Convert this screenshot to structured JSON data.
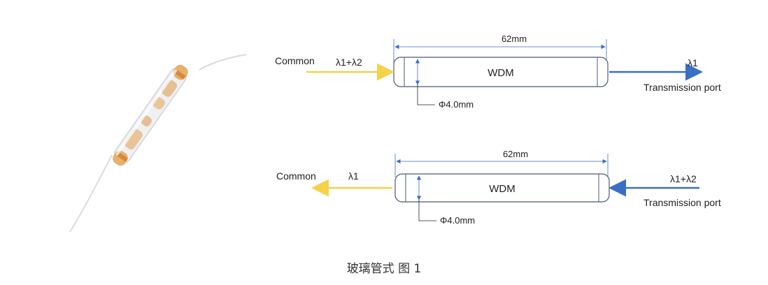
{
  "diagram_top": {
    "length_label": "62mm",
    "device_label": "WDM",
    "diameter_label": "Φ4.0mm",
    "left_port_label": "Common",
    "left_signal_label": "λ1+λ2",
    "right_signal_label": "λ1",
    "right_port_label": "Transmission port"
  },
  "diagram_bottom": {
    "length_label": "62mm",
    "device_label": "WDM",
    "diameter_label": "Φ4.0mm",
    "left_port_label": "Common",
    "left_signal_label": "λ1",
    "right_signal_label": "λ1+λ2",
    "right_port_label": "Transmission port"
  },
  "caption": "玻璃管式  图 1",
  "colors": {
    "yellow_arrow": "#f5d24a",
    "blue_arrow": "#3a6fc4",
    "dimension_line": "#3a6fc4",
    "tube_outline": "#4a5a70"
  }
}
